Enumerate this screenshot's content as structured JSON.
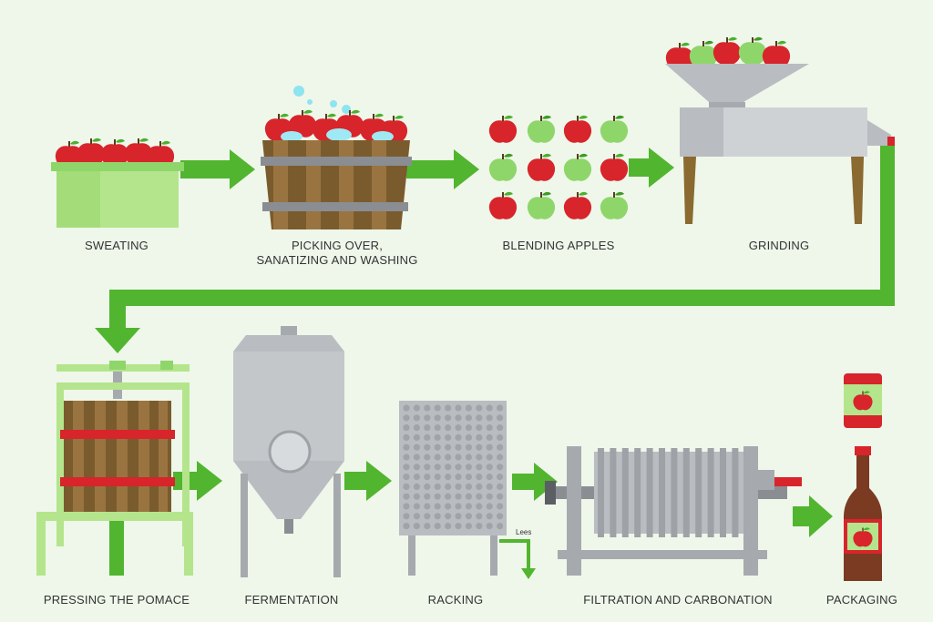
{
  "steps": [
    {
      "label_1": "SWEATING"
    },
    {
      "label_1": "PICKING OVER,",
      "label_2": "SANATIZING AND WASHING"
    },
    {
      "label_1": "BLENDING APPLES"
    },
    {
      "label_1": "GRINDING"
    },
    {
      "label_1": "PRESSING THE POMACE"
    },
    {
      "label_1": "FERMENTATION"
    },
    {
      "label_1": "RACKING"
    },
    {
      "label_1": "FILTRATION AND CARBONATION"
    },
    {
      "label_1": "PACKAGING"
    }
  ],
  "lees_label": "Lees",
  "colors": {
    "background": "#eef7ea",
    "arrow_green": "#52b52f",
    "apple_red": "#d8242b",
    "apple_green": "#8fd66a",
    "light_green": "#b4e58c",
    "wood_brown": "#7a5b2d",
    "steel_gray": "#b9bcc0"
  }
}
